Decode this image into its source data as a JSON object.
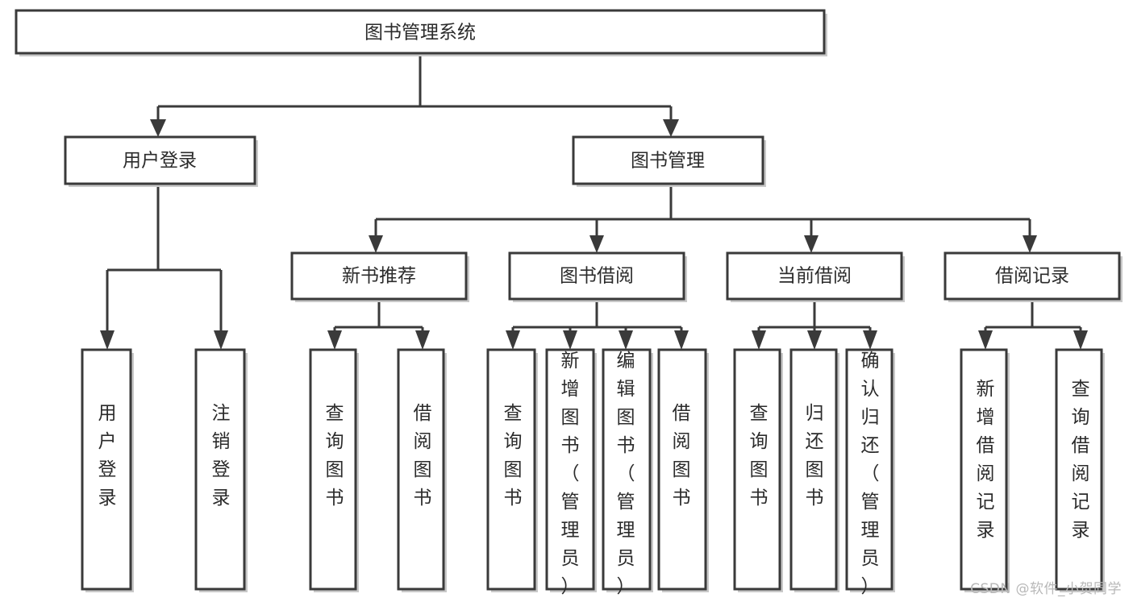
{
  "diagram": {
    "title": "图书管理系统",
    "type": "tree-hierarchy",
    "root": {
      "label": "图书管理系统"
    },
    "level2": [
      {
        "label": "用户登录"
      },
      {
        "label": "图书管理"
      }
    ],
    "level3": [
      {
        "label": "新书推荐"
      },
      {
        "label": "图书借阅"
      },
      {
        "label": "当前借阅"
      },
      {
        "label": "借阅记录"
      }
    ],
    "leaves": {
      "user_login": [
        {
          "label": "用户登录"
        },
        {
          "label": "注销登录"
        }
      ],
      "new_book_recommend": [
        {
          "label": "查询图书"
        },
        {
          "label": "借阅图书"
        }
      ],
      "book_borrow": [
        {
          "label": "查询图书"
        },
        {
          "label": "新增图书（管理员）"
        },
        {
          "label": "编辑图书（管理员）"
        },
        {
          "label": "借阅图书"
        }
      ],
      "current_borrow": [
        {
          "label": "查询图书"
        },
        {
          "label": "归还图书"
        },
        {
          "label": "确认归还（管理员）"
        }
      ],
      "borrow_record": [
        {
          "label": "新增借阅记录"
        },
        {
          "label": "查询借阅记录"
        }
      ]
    }
  },
  "watermark": {
    "text": "CSDN @软件_小贺同学"
  },
  "colors": {
    "box_stroke": "#3a3a3a",
    "box_fill": "#ffffff",
    "text": "#2b2b2b",
    "watermark": "#b8b8b8",
    "background": "#ffffff"
  }
}
